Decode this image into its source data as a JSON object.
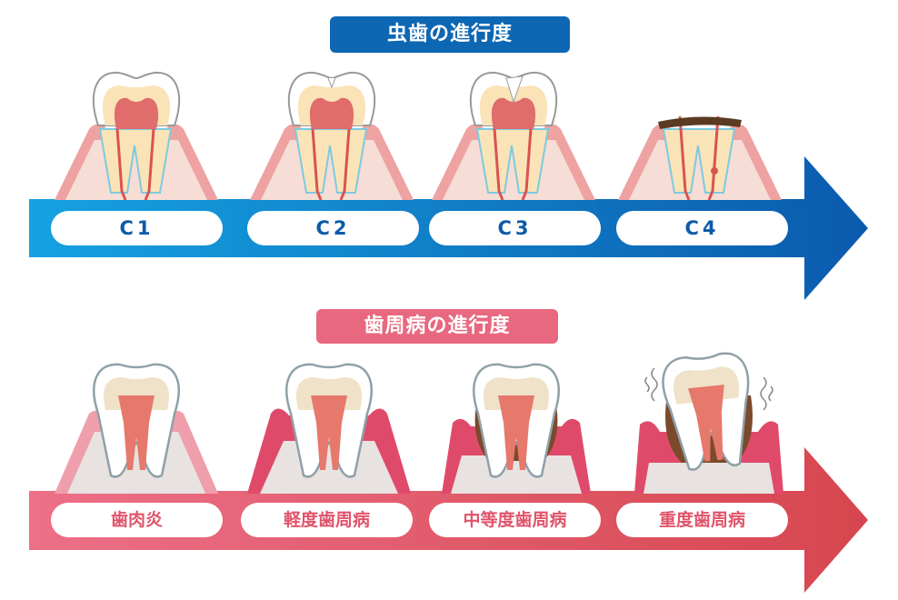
{
  "caries": {
    "title": "虫歯の進行度",
    "stages": [
      "C1",
      "C2",
      "C3",
      "C4"
    ],
    "colors": {
      "arrow_start": "#15a2e2",
      "arrow_end": "#0b5aad"
    }
  },
  "periodontal": {
    "title": "歯周病の進行度",
    "stages": [
      "歯肉炎",
      "軽度歯周病",
      "中等度歯周病",
      "重度歯周病"
    ],
    "colors": {
      "arrow_start": "#ec7088",
      "arrow_end": "#d6464f"
    }
  }
}
